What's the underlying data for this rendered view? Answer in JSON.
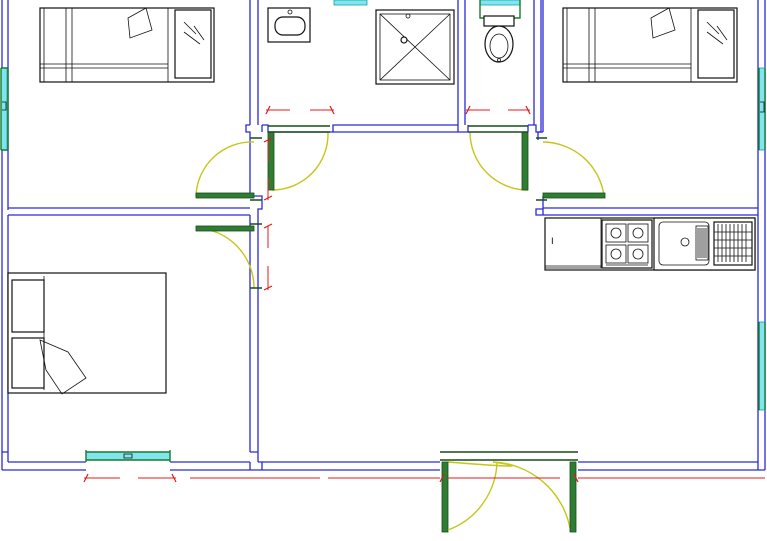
{
  "plan": {
    "rooms": [
      "bedroom-top-left",
      "bathroom",
      "toilet",
      "bedroom-top-right",
      "bedroom-bottom-left",
      "living-kitchen"
    ],
    "colors": {
      "walls": "#2a2ad6",
      "furniture": "#111111",
      "door-swing": "#c6c61a",
      "door-leaf": "#2f7d32",
      "window-glass": "#7fe6f0",
      "dimension-lines": "#e01b1b"
    },
    "kitchen": {
      "counter_label": "I"
    }
  }
}
